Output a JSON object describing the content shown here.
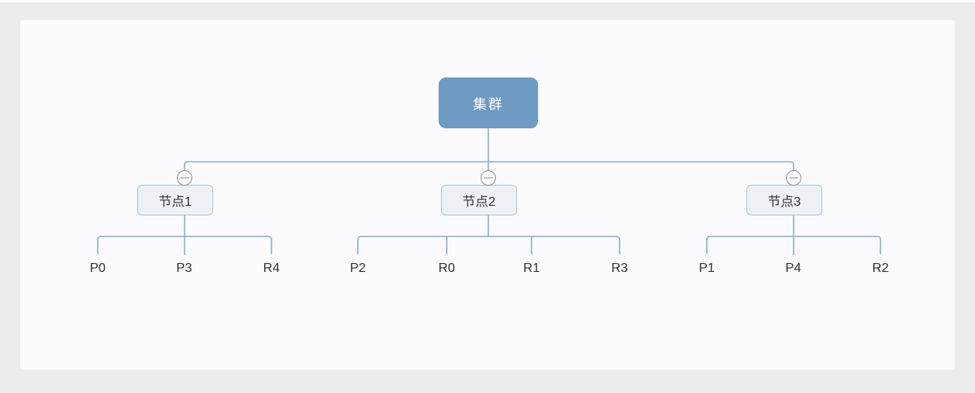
{
  "diagram": {
    "type": "tree",
    "title": "cluster-topology-tree",
    "colors": {
      "page_background": "#ececee",
      "card_background": "#fbfbfd",
      "root_fill": "#6f9bc3",
      "root_text": "#ffffff",
      "node_fill": "#eef2f7",
      "node_border": "#a9c4da",
      "node_text": "#333333",
      "connector_line": "#8fadc9",
      "collapse_icon": "#8f8f8f",
      "leaf_text": "#333333"
    },
    "tree": {
      "root": {
        "label": "集群"
      },
      "nodes": [
        {
          "label": "节点1",
          "collapse_icon": "minus-circle",
          "children": [
            {
              "label": "P0"
            },
            {
              "label": "P3"
            },
            {
              "label": "R4"
            }
          ]
        },
        {
          "label": "节点2",
          "collapse_icon": "minus-circle",
          "children": [
            {
              "label": "P2"
            },
            {
              "label": "R0"
            },
            {
              "label": "R1"
            },
            {
              "label": "R3"
            }
          ]
        },
        {
          "label": "节点3",
          "collapse_icon": "minus-circle",
          "children": [
            {
              "label": "P1"
            },
            {
              "label": "P4"
            },
            {
              "label": "R2"
            }
          ]
        }
      ]
    }
  }
}
